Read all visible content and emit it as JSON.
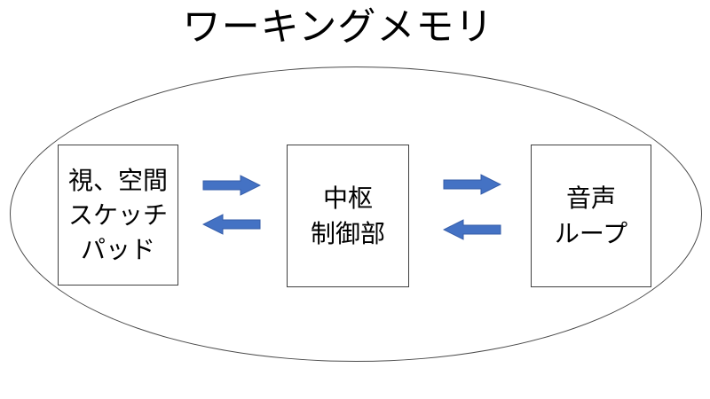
{
  "title": "ワーキングメモリ",
  "colors": {
    "arrow_fill": "#4472C4",
    "arrow_edge": "#355CA8",
    "shape_outline": "#3F3F3F",
    "ellipse_outline": "#4A4A4A",
    "text": "#000000",
    "background": "#FFFFFF"
  },
  "diagram": {
    "boundary": "working-memory-ellipse",
    "boxes": [
      {
        "id": "visuospatial-sketchpad",
        "label": "視、空間\nスケッチ\nパッド"
      },
      {
        "id": "central-executive",
        "label": "中枢\n制御部"
      },
      {
        "id": "phonological-loop",
        "label": "音声\nループ"
      }
    ],
    "arrows": [
      {
        "id": "left-pair-right",
        "direction": "right"
      },
      {
        "id": "left-pair-left",
        "direction": "left"
      },
      {
        "id": "right-pair-right",
        "direction": "right"
      },
      {
        "id": "right-pair-left",
        "direction": "left"
      }
    ]
  }
}
